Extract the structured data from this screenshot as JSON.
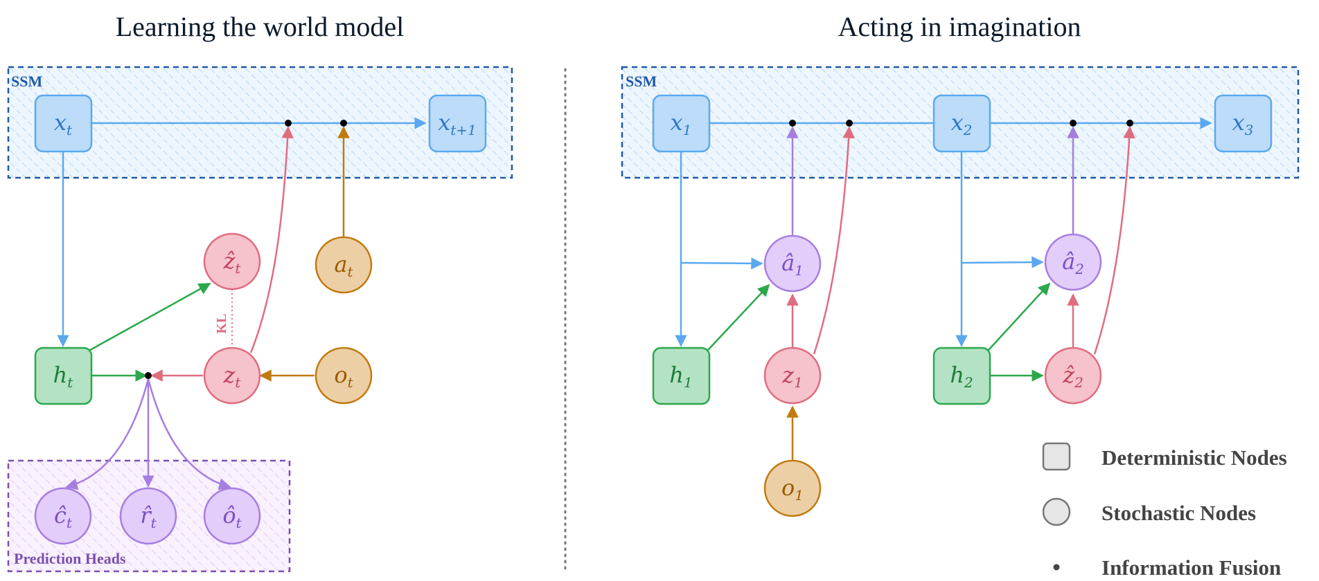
{
  "titles": {
    "left": "Learning the world model",
    "right": "Acting in imagination"
  },
  "labels": {
    "ssm_left": "SSM",
    "ssm_right": "SSM",
    "prediction_heads": "Prediction Heads",
    "kl": "KL"
  },
  "nodes": {
    "x_t": {
      "base": "x",
      "sub": "t"
    },
    "x_t1": {
      "base": "x",
      "sub": "t+1"
    },
    "h_t": {
      "base": "h",
      "sub": "t"
    },
    "z_t": {
      "base": "z",
      "sub": "t"
    },
    "zhat_t": {
      "base": "ẑ",
      "sub": "t"
    },
    "a_t": {
      "base": "a",
      "sub": "t"
    },
    "o_t": {
      "base": "o",
      "sub": "t"
    },
    "chat_t": {
      "base": "ĉ",
      "sub": "t"
    },
    "rhat_t": {
      "base": "r̂",
      "sub": "t"
    },
    "ohat_t": {
      "base": "ô",
      "sub": "t"
    },
    "x_1": {
      "base": "x",
      "sub": "1"
    },
    "x_2": {
      "base": "x",
      "sub": "2"
    },
    "x_3": {
      "base": "x",
      "sub": "3"
    },
    "h_1": {
      "base": "h",
      "sub": "1"
    },
    "h_2": {
      "base": "h",
      "sub": "2"
    },
    "ahat_1": {
      "base": "â",
      "sub": "1"
    },
    "ahat_2": {
      "base": "â",
      "sub": "2"
    },
    "z_1": {
      "base": "z",
      "sub": "1"
    },
    "zhat_2": {
      "base": "ẑ",
      "sub": "2"
    },
    "o_1": {
      "base": "o",
      "sub": "1"
    }
  },
  "legend": {
    "deterministic": "Deterministic Nodes",
    "stochastic": "Stochastic Nodes",
    "fusion": "Information Fusion"
  },
  "colors": {
    "blue": "#5aa9ee",
    "blue_fill": "#bcdcfa",
    "green": "#2aa84a",
    "green_fill": "#b4e2c4",
    "red": "#e06c80",
    "red_fill": "#f6c2cb",
    "orange": "#c07a10",
    "orange_fill": "#edcfa6",
    "purple": "#a57ee0",
    "purple_fill": "#e3cdfa",
    "ssm_border": "#1f5aa6",
    "heads_border": "#7a4fb0"
  }
}
